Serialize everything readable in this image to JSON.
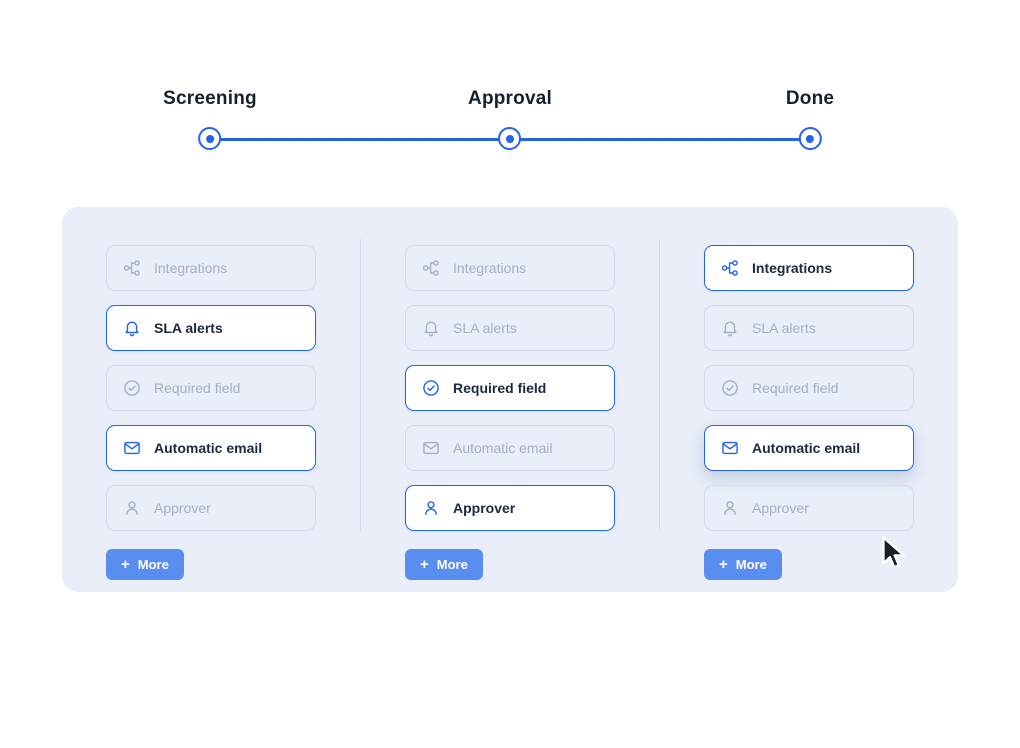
{
  "colors": {
    "accent": "#2563eb",
    "panel_bg": "#e9eef8",
    "more_btn_bg": "#5a8df0",
    "active_text": "#1c2940",
    "inactive_text": "#a6b0c2",
    "inactive_border": "#d4dcee",
    "divider": "#d6deee",
    "step_label": "#16202e"
  },
  "stepper": {
    "steps": [
      {
        "label": "Screening"
      },
      {
        "label": "Approval"
      },
      {
        "label": "Done"
      }
    ]
  },
  "board": {
    "more_plus": "+",
    "more_label": "More",
    "columns": [
      {
        "name": "screening-column",
        "cards": [
          {
            "label": "Integrations",
            "icon": "integrations-icon",
            "active": false
          },
          {
            "label": "SLA alerts",
            "icon": "bell-icon",
            "active": true
          },
          {
            "label": "Required field",
            "icon": "check-circle-icon",
            "active": false
          },
          {
            "label": "Automatic email",
            "icon": "mail-icon",
            "active": true
          },
          {
            "label": "Approver",
            "icon": "user-icon",
            "active": false
          }
        ]
      },
      {
        "name": "approval-column",
        "cards": [
          {
            "label": "Integrations",
            "icon": "integrations-icon",
            "active": false
          },
          {
            "label": "SLA alerts",
            "icon": "bell-icon",
            "active": false
          },
          {
            "label": "Required field",
            "icon": "check-circle-icon",
            "active": true
          },
          {
            "label": "Automatic email",
            "icon": "mail-icon",
            "active": false
          },
          {
            "label": "Approver",
            "icon": "user-icon",
            "active": true
          }
        ]
      },
      {
        "name": "done-column",
        "cards": [
          {
            "label": "Integrations",
            "icon": "integrations-icon",
            "active": true
          },
          {
            "label": "SLA alerts",
            "icon": "bell-icon",
            "active": false
          },
          {
            "label": "Required field",
            "icon": "check-circle-icon",
            "active": false
          },
          {
            "label": "Automatic email",
            "icon": "mail-icon",
            "active": true,
            "hovered": true
          },
          {
            "label": "Approver",
            "icon": "user-icon",
            "active": false
          }
        ]
      }
    ]
  },
  "cursor": {
    "visible": true
  }
}
